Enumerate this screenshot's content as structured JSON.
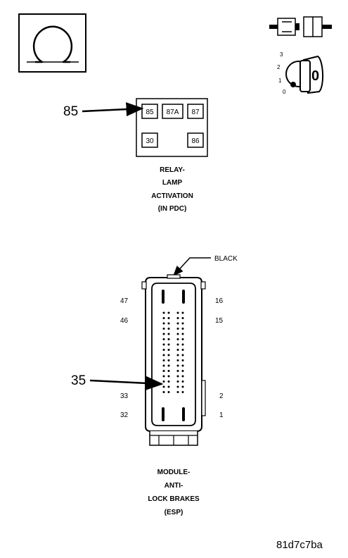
{
  "ohmmeter_icon": "omega-symbol-icon",
  "ignition": {
    "icon": "ignition-key-icon",
    "positions": [
      "3",
      "2",
      "1",
      "0"
    ],
    "key_label": "0"
  },
  "relay": {
    "callout": "85",
    "pins": [
      "85",
      "87A",
      "87",
      "30",
      "86"
    ],
    "caption": [
      "RELAY-",
      "LAMP",
      "ACTIVATION",
      "(IN PDC)"
    ]
  },
  "module": {
    "wire_color_label": "BLACK",
    "callout": "35",
    "pin_labels_left": [
      "47",
      "46",
      "33",
      "32"
    ],
    "pin_labels_right": [
      "16",
      "15",
      "2",
      "1"
    ],
    "caption": [
      "MODULE-",
      "ANTI-",
      "LOCK BRAKES",
      "(ESP)"
    ]
  },
  "figure_id": "81d7c7ba"
}
